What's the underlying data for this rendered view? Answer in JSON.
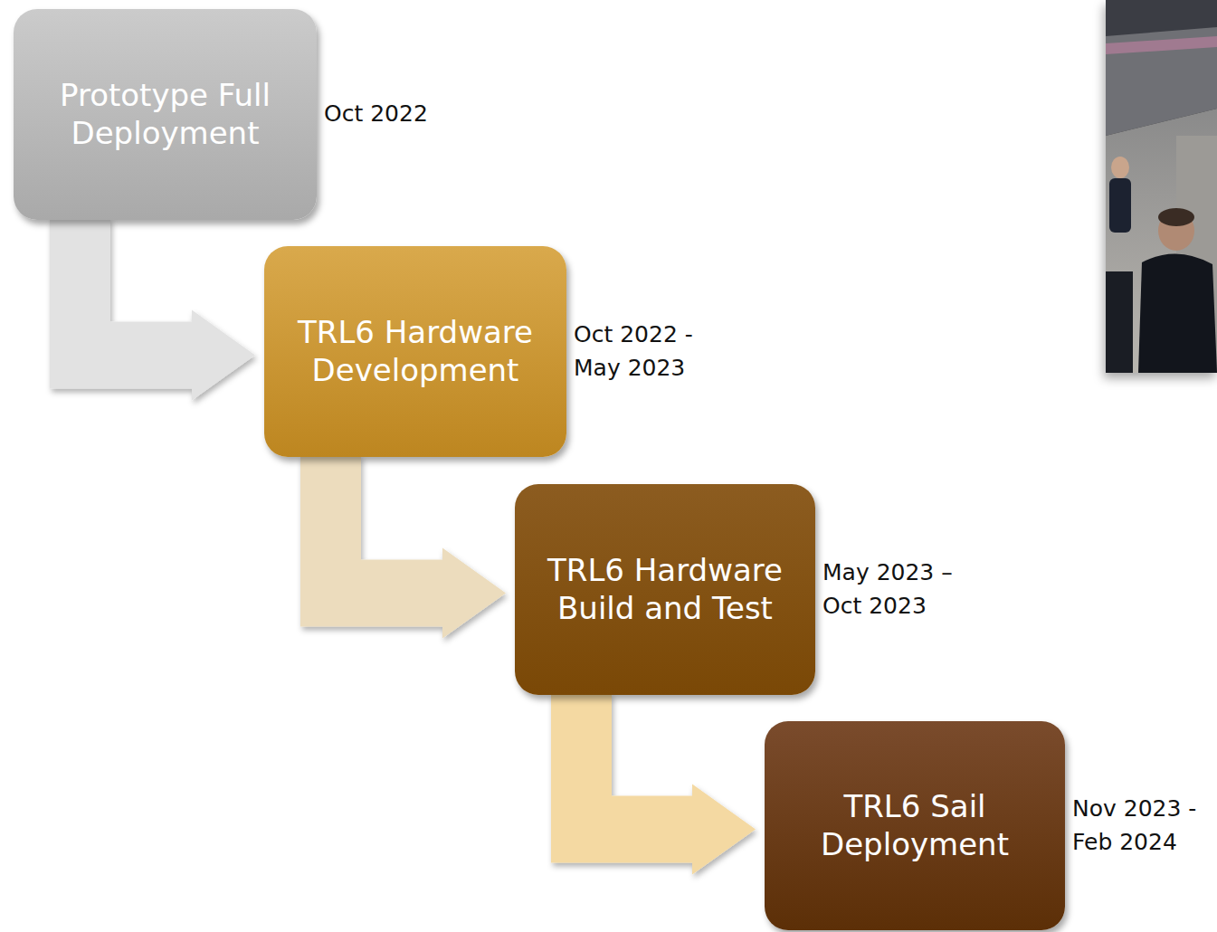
{
  "diagram": {
    "nodes": [
      {
        "text": [
          "Prototype Full Deployment"
        ]
      },
      {
        "text": [
          "TRL6 Hardware Development"
        ]
      },
      {
        "text": [
          "TRL6 Hardware Build and Test"
        ]
      },
      {
        "text": [
          "TRL6 Sail Deployment"
        ]
      }
    ],
    "edges": [
      {
        "from": 0,
        "to": 1,
        "arrow": "to"
      },
      {
        "from": 1,
        "to": 2,
        "arrow": "to"
      },
      {
        "from": 2,
        "to": 3,
        "arrow": "to"
      }
    ],
    "labels": [
      "Oct 2022",
      "Oct 2022 - May 2023",
      "May 2023 – Oct 2023",
      "Nov 2023 - Feb 2024"
    ]
  }
}
